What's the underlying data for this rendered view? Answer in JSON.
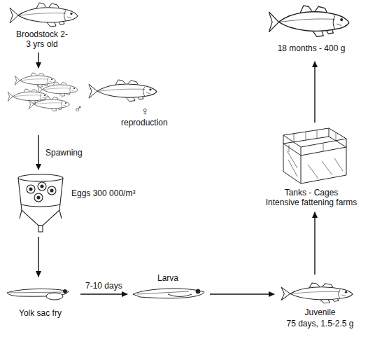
{
  "diagram": {
    "nodes": [
      {
        "text": [
          "Broodstock 2-3 yrs old"
        ]
      },
      {
        "text": [
          "♂",
          "♀",
          "reproduction"
        ]
      },
      {
        "text": [
          "Eggs 300 000/m³"
        ]
      },
      {
        "text": [
          "Yolk sac fry"
        ]
      },
      {
        "text": [
          "Larva"
        ]
      },
      {
        "text": [
          "Juvenile",
          "75 days, 1.5-2.5 g"
        ]
      },
      {
        "text": [
          "Tanks - Cages",
          "Intensive fattening farms"
        ]
      },
      {
        "text": [
          "18 months - 400 g"
        ]
      }
    ],
    "edges": [
      {
        "from": 0,
        "to": 1,
        "arrow": "to"
      },
      {
        "from": 1,
        "to": 2,
        "label": "Spawning",
        "arrow": "to"
      },
      {
        "from": 2,
        "to": 3,
        "arrow": "to"
      },
      {
        "from": 3,
        "to": 4,
        "label": "7-10 days",
        "arrow": "to"
      },
      {
        "from": 4,
        "to": 5,
        "arrow": "to"
      },
      {
        "from": 5,
        "to": 6,
        "arrow": "to"
      },
      {
        "from": 6,
        "to": 7,
        "arrow": "to"
      }
    ]
  }
}
